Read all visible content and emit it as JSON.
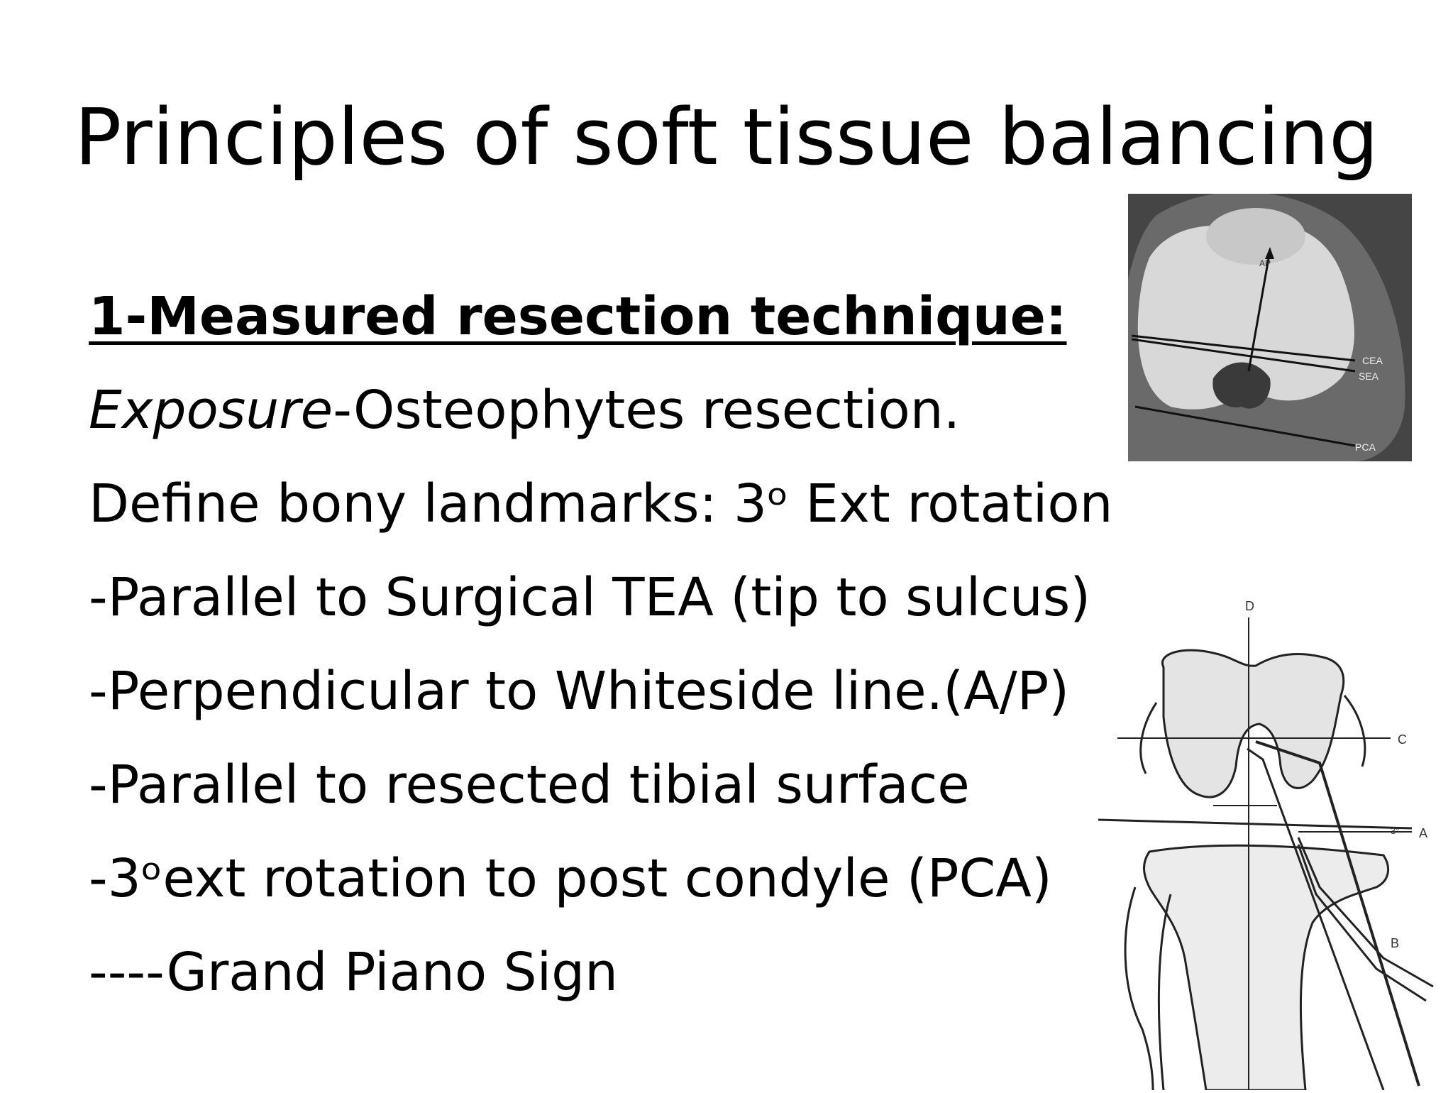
{
  "slide": {
    "title": "Principles of soft tissue balancing",
    "heading": "1-Measured resection technique:",
    "line2": {
      "italic": "Exposure",
      "rest": "-Osteophytes resection."
    },
    "line3": "Define bony landmarks: 3ᵒ Ext rotation",
    "line4": "-Parallel to Surgical TEA (tip to sulcus)",
    "line5": "-Perpendicular to Whiteside line.(A/P)",
    "line6": "-Parallel to resected tibial surface",
    "line7": "-3ᵒext rotation to post condyle (PCA)",
    "line8": "----Grand Piano Sign"
  },
  "ct_image": {
    "labels": {
      "cea": "CEA",
      "sea": "SEA",
      "pca": "PCA",
      "top": "AP"
    }
  },
  "knee_diagram": {
    "labels": {
      "d": "D",
      "c": "C",
      "a": "A",
      "b": "B",
      "angle": "3°"
    }
  }
}
